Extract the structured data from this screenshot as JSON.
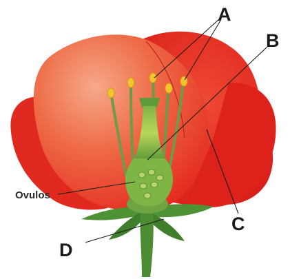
{
  "diagram": {
    "labels": {
      "a": "A",
      "b": "B",
      "c": "C",
      "d": "D",
      "ovules": "Ovulos"
    },
    "colors": {
      "petal_red": "#e8251f",
      "petal_highlight": "#f27a52",
      "stem_green": "#5a9a3c",
      "pistil_green": "#9bc24a",
      "anther_yellow": "#f2c530"
    }
  }
}
